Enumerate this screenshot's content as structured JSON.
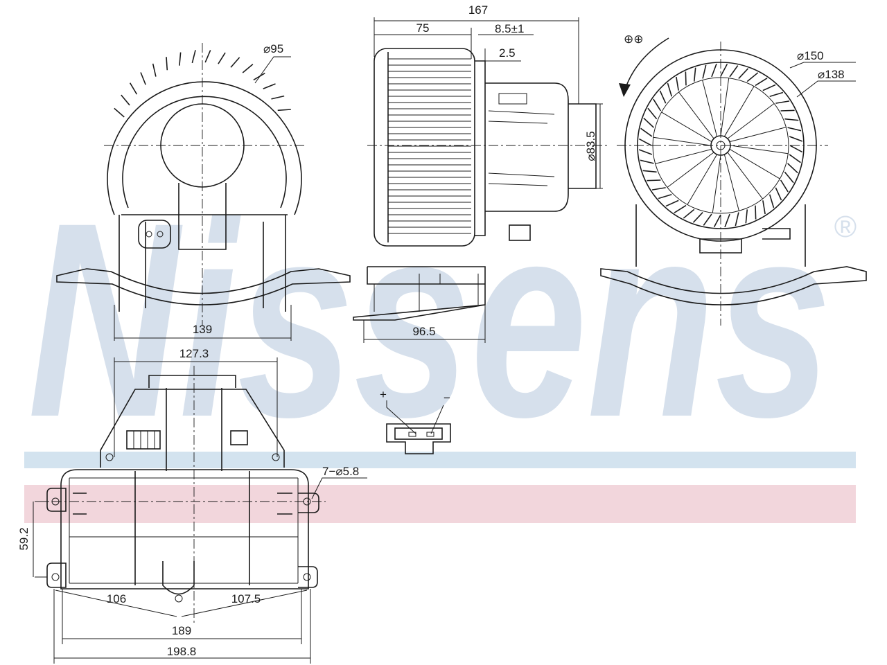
{
  "watermark": {
    "brand": "Nissens",
    "registered": "®",
    "brand_color": "#d6e0ec",
    "stripe_blue": "#d3e3ef",
    "stripe_red": "#f2d6dc"
  },
  "labels": {
    "dia_95": "⌀95",
    "w_139": "139",
    "w_167": "167",
    "w_75": "75",
    "w_85": "8.5±1",
    "w_25": "2.5",
    "dia_835": "⌀83.5",
    "w_965": "96.5",
    "rot": "⊕⊕",
    "dia_150": "⌀150",
    "dia_138": "⌀138",
    "w_1273": "127.3",
    "plus": "+",
    "minus": "−",
    "holes": "7−⌀5.8",
    "h_592": "59.2",
    "w_106": "106",
    "w_1075": "107.5",
    "w_189": "189",
    "w_1988": "198.8"
  }
}
